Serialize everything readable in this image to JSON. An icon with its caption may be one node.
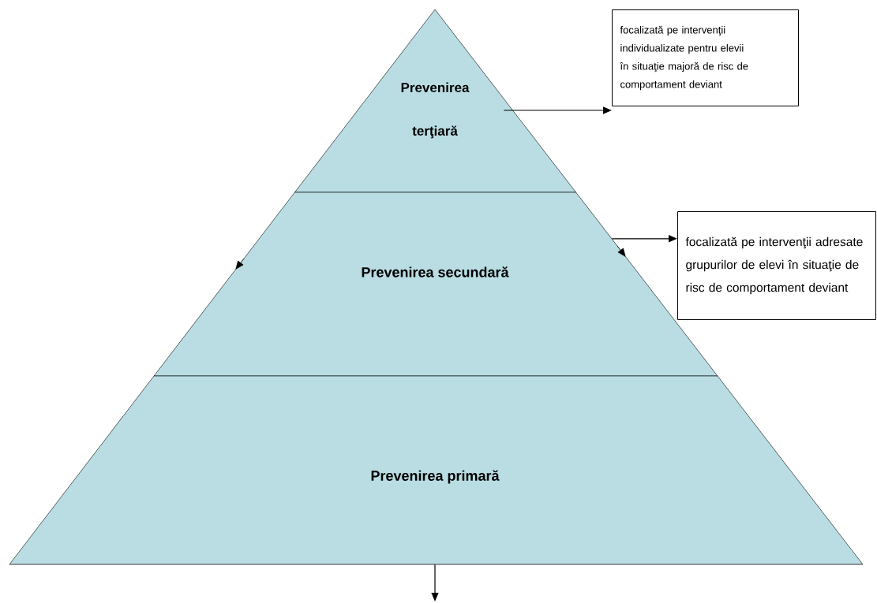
{
  "diagram": {
    "nodes": [
      {
        "text": [
          "Prevenirea terţiară"
        ]
      },
      {
        "text": [
          "Prevenirea secundară"
        ]
      },
      {
        "text": [
          "Prevenirea primară"
        ]
      },
      {
        "text": [
          "focalizată pe intervenţii individualizate pentru elevii în situaţie majoră de risc de comportament deviant"
        ]
      },
      {
        "text": [
          "focalizată pe intervenţii adresate grupurilor de elevi în situaţie de risc de comportament deviant"
        ]
      }
    ],
    "edges": [
      {
        "from": 0,
        "to": 3,
        "arrow": "to"
      },
      {
        "from": 1,
        "to": 4,
        "arrow": "to"
      },
      {
        "from": 2,
        "to": null,
        "arrow": "to"
      }
    ]
  }
}
